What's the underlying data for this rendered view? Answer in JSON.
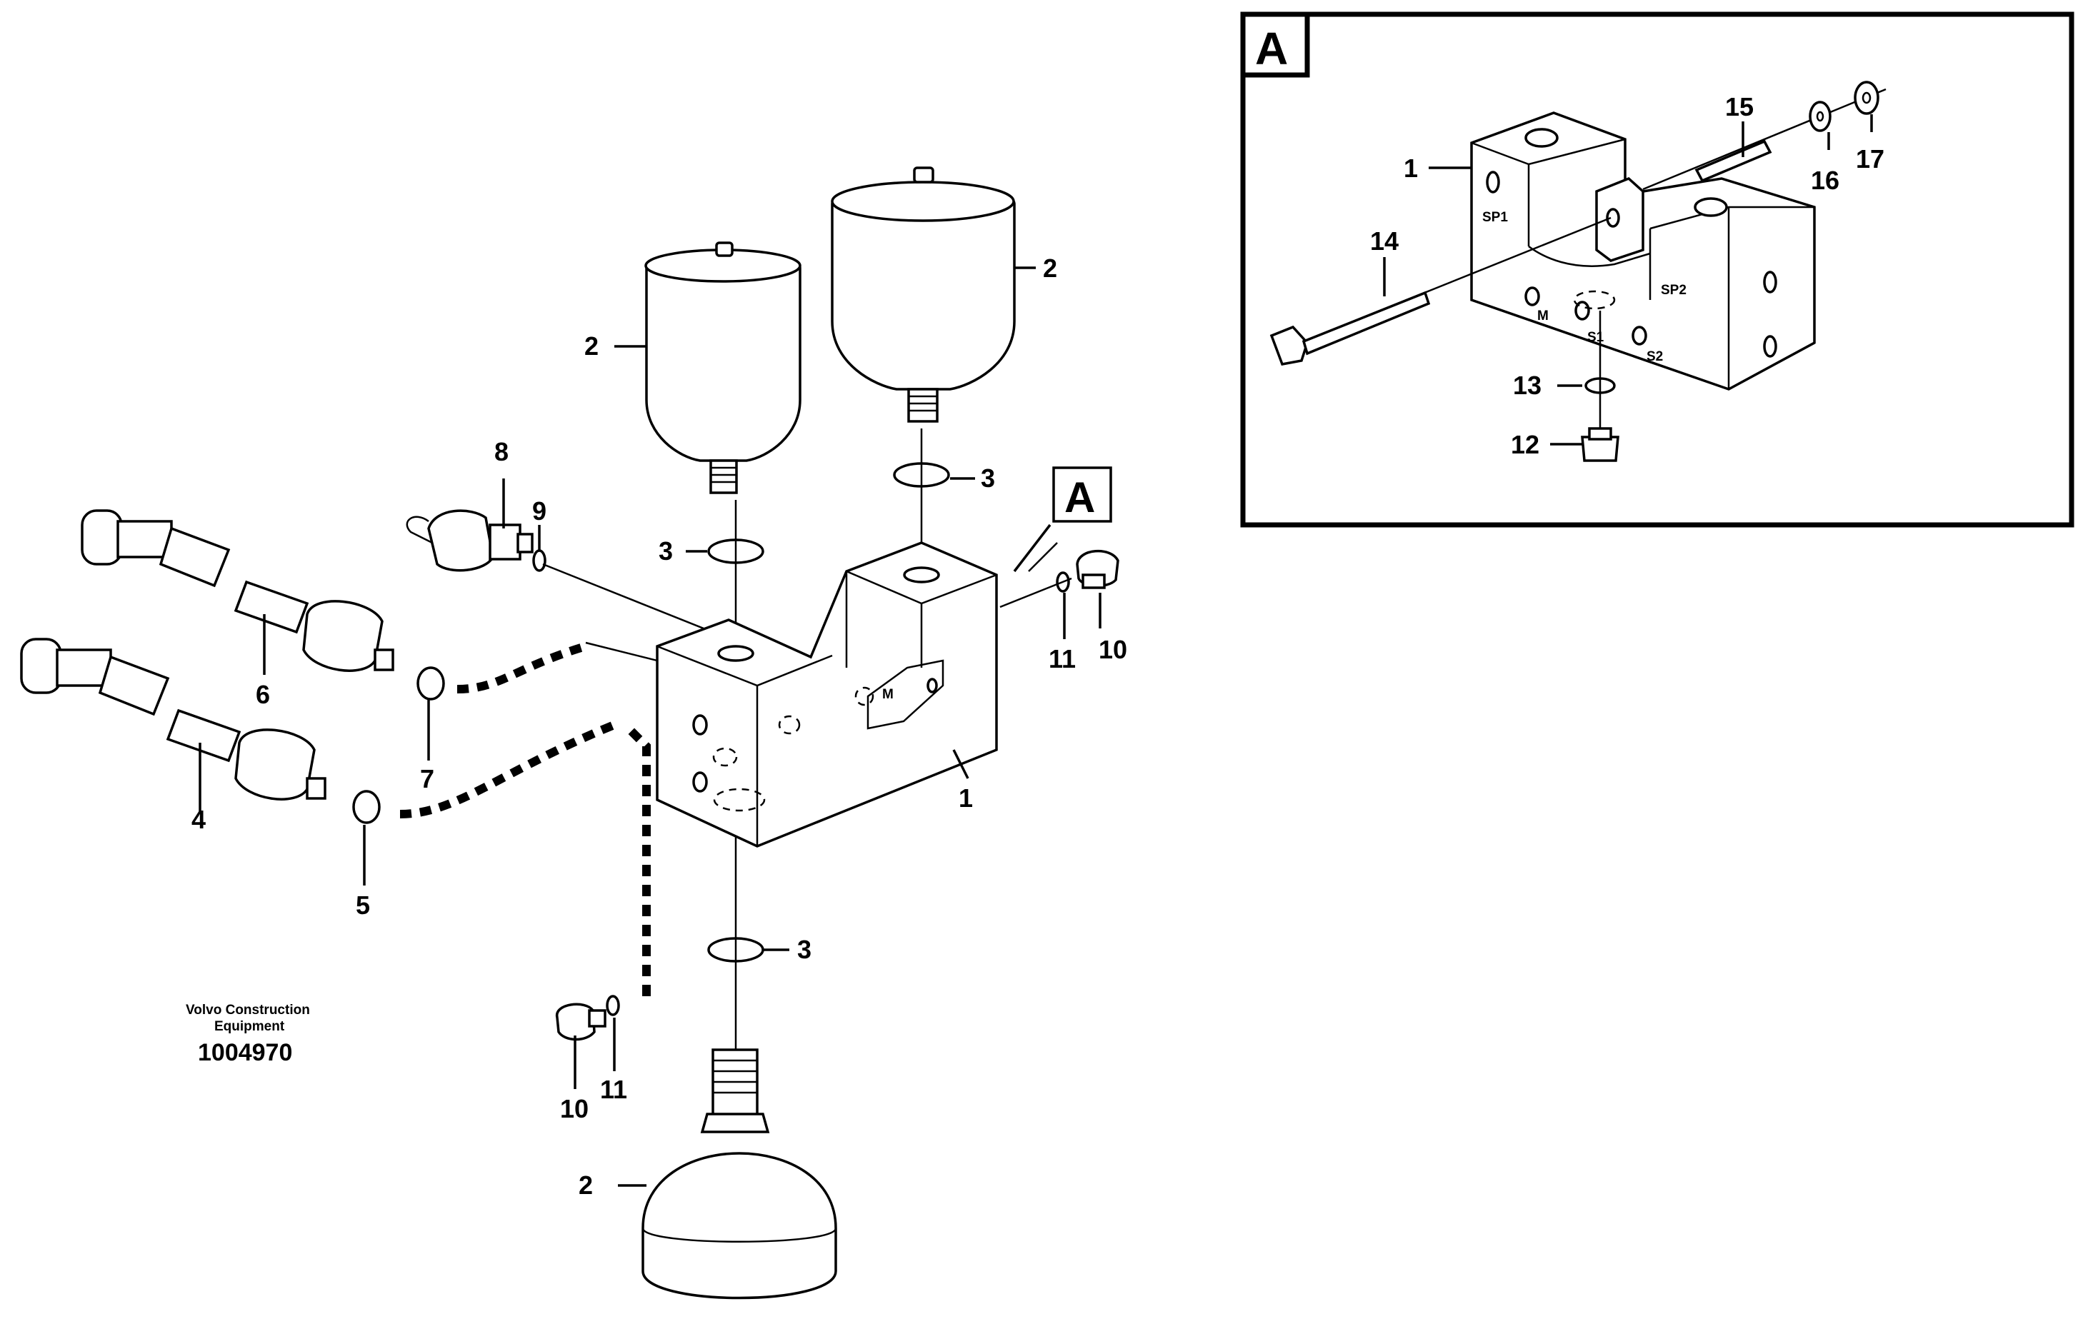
{
  "callouts": {
    "n1": "1",
    "n2": "2",
    "n3": "3",
    "n4": "4",
    "n5": "5",
    "n6": "6",
    "n7": "7",
    "n8": "8",
    "n9": "9",
    "n10": "10",
    "n11": "11",
    "n12": "12",
    "n13": "13",
    "n14": "14",
    "n15": "15",
    "n16": "16",
    "n17": "17"
  },
  "detail_tag": "A",
  "port_labels": {
    "m": "M",
    "s1": "S1",
    "s2": "S2",
    "sp1": "SP1",
    "sp2": "SP2"
  },
  "footer": {
    "brand_line1": "Volvo Construction",
    "brand_line2": "Equipment",
    "drawing_number": "1004970"
  }
}
